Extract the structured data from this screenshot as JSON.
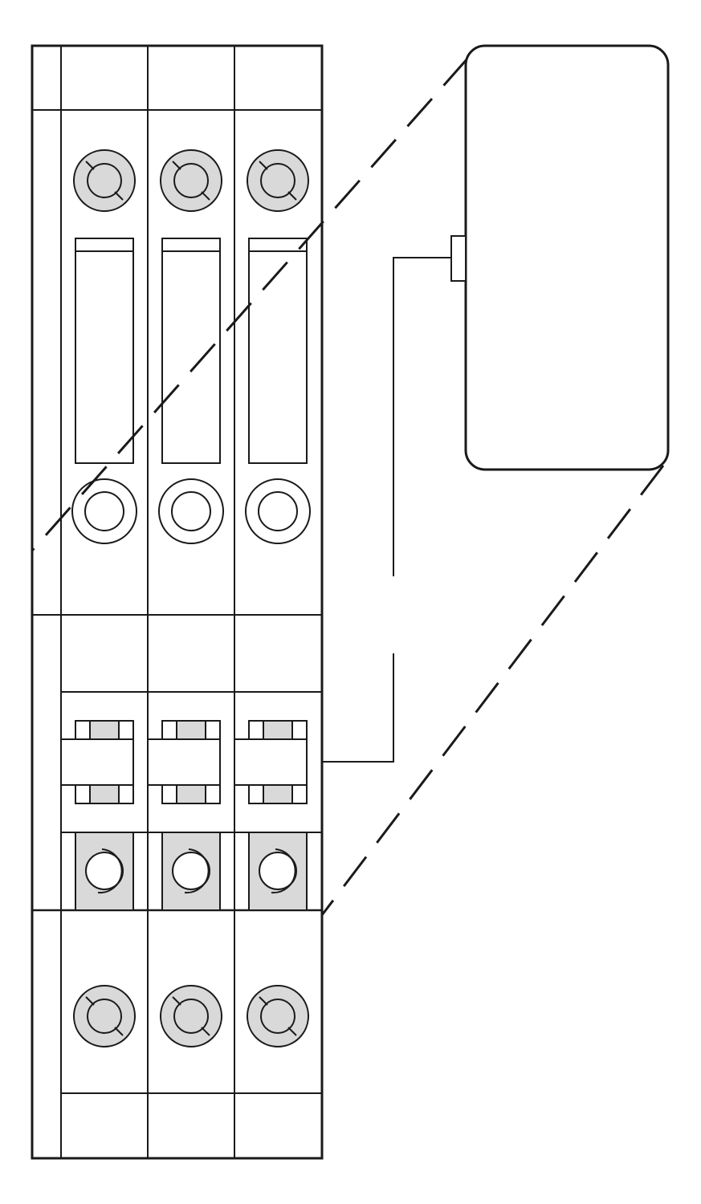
{
  "diagram": {
    "pole_count": 3,
    "colors": {
      "stroke": "#1a1a1a",
      "fill": "#d9d9d9",
      "background": "#ffffff"
    },
    "elements": {
      "top_terminal_screw_icon": "terminal-screw",
      "indicator_window_icon": "indicator-window",
      "indicator_lamp_icon": "indicator-lamp",
      "contact_bridge_icon": "contact-bridge",
      "connection_screw_icon": "connection-screw",
      "bottom_terminal_screw_icon": "terminal-screw",
      "accessory_module_icon": "auxiliary-contact-block"
    }
  }
}
